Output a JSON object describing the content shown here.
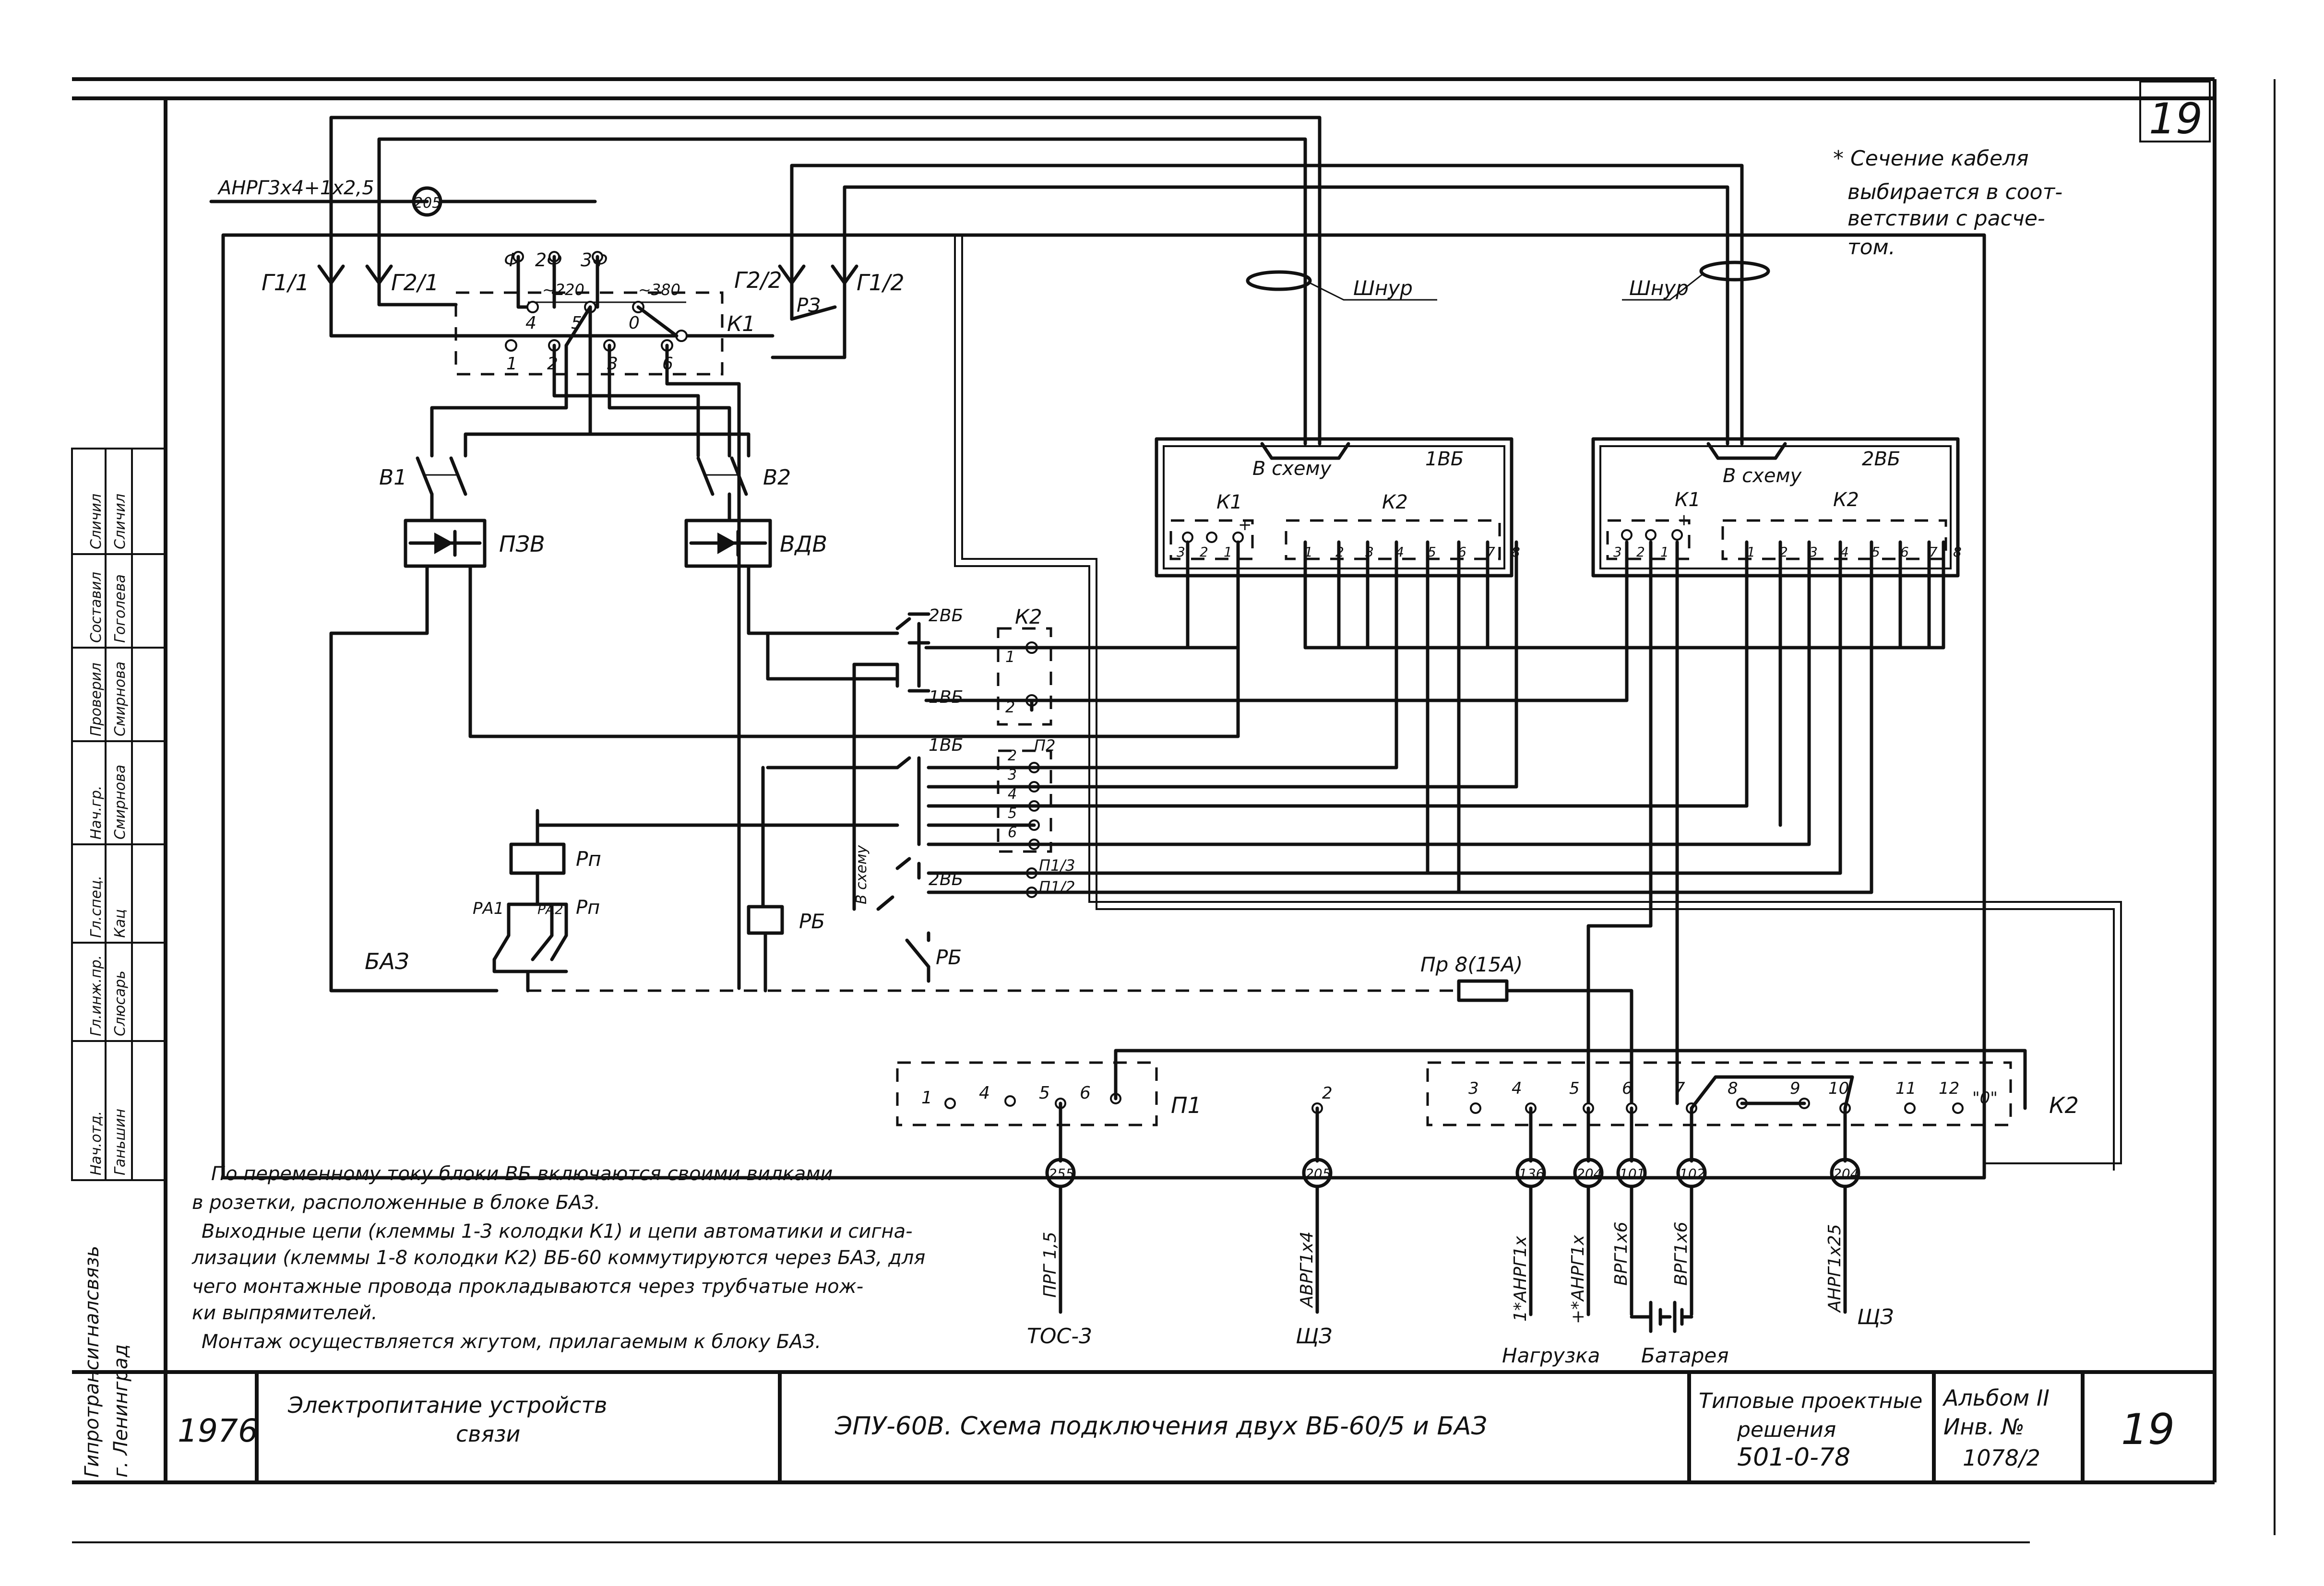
{
  "sheet": {
    "page_number_top": "19",
    "page_number": "19"
  },
  "note_top": {
    "lines": [
      "* Сечение кабеля",
      "выбирается в соот-",
      "ветствии с расче-",
      "том."
    ]
  },
  "cable_in": {
    "label": "АНРГ3х4+1х2,5",
    "number": "205"
  },
  "sockets": {
    "g1_1": "Г1/1",
    "g2_1": "Г2/1",
    "g2_2": "Г2/2",
    "g1_2": "Г1/2",
    "rz": "РЗ",
    "phase_f": "Ф",
    "phase_2f": "2Ф",
    "phase_3f": "3Ф",
    "v220": "~220",
    "v380": "~380",
    "k1": "К1",
    "k1_top_terms": [
      "4",
      "5",
      "0",
      ""
    ],
    "k1_bottom_terms": [
      "1",
      "2",
      "3",
      "6"
    ]
  },
  "cords": {
    "left": "Шнур",
    "right": "Шнур"
  },
  "vb_units": [
    {
      "name": "1ВБ",
      "in_label": "В схему",
      "k1": "К1",
      "k2": "К2",
      "k1_terms": [
        "3",
        "2",
        "1"
      ],
      "k1_sign": "+",
      "k2_terms": [
        "1",
        "2",
        "3",
        "4",
        "5",
        "6",
        "7",
        "8"
      ]
    },
    {
      "name": "2ВБ",
      "in_label": "В схему",
      "k1": "К1",
      "k2": "К2",
      "k1_terms": [
        "3",
        "2",
        "1"
      ],
      "k1_sign": "+",
      "k2_terms": [
        "1",
        "2",
        "3",
        "4",
        "5",
        "6",
        "7",
        "8"
      ]
    }
  ],
  "components": {
    "b1": "В1",
    "b2": "В2",
    "pzv": "ПЗВ",
    "vdv": "ВДВ",
    "rp": "Рп",
    "ra1": "РА1",
    "ra2": "РА2",
    "rp2": "Рп",
    "rb": "РБ",
    "rb2": "РБ",
    "baz": "БАЗ",
    "fuse": "Пр 8(15А)"
  },
  "switch_block": {
    "k2": "К2",
    "k2_terms": [
      "1",
      "2"
    ],
    "sw_2vb_top": "2ВБ",
    "sw_1vb_top": "1ВБ",
    "sw_1vb_mid": "1ВБ",
    "p2": "П2",
    "p2_terms": [
      "2",
      "3",
      "4",
      "5",
      "6"
    ],
    "v_shemu": "В схему",
    "sw_2vb_bot": "2ВБ",
    "p1_3": "П1/3",
    "p1_2": "П1/2"
  },
  "blocks_bottom": {
    "p1": {
      "label": "П1",
      "terms": [
        "1",
        "4",
        "5",
        "6"
      ]
    },
    "mid_term": "2",
    "k2": {
      "label": "К2",
      "terms": [
        "3",
        "4",
        "5",
        "6",
        "7",
        "8",
        "9",
        "10",
        "11",
        "12"
      ],
      "zero_label": "\"0\""
    }
  },
  "cables_out": [
    {
      "number": "255",
      "type": "ПРГ 1,5",
      "dest": "ТОС-3"
    },
    {
      "number": "205",
      "type": "АВРГ1х4",
      "dest": "ЩЗ"
    },
    {
      "number": "136",
      "type": "1*АНРГ1х",
      "dest": ""
    },
    {
      "number": "204",
      "type": "+*АНРГ1х",
      "dest": ""
    },
    {
      "number": "101",
      "type": "ВРГ1х6",
      "dest": ""
    },
    {
      "number": "102",
      "type": "ВРГ1х6",
      "dest": ""
    },
    {
      "number": "204",
      "type": "АНРГ1х25",
      "dest": "ЩЗ"
    }
  ],
  "load_label": "Нагрузка",
  "battery_label": "Батарея",
  "notes_bottom": [
    "По переменному току блоки ВБ включаются своими вилками",
    "в розетки, расположенные в блоке БАЗ.",
    "Выходные цепи (клеммы 1-3 колодки К1) и цепи автоматики и сигна-",
    "лизации (клеммы 1-8 колодки К2) ВБ-60 коммутируются через БАЗ, для",
    "чего монтажные провода прокладываются через трубчатые нож-",
    "ки выпрямителей.",
    "Монтаж осуществляется жгутом, прилагаемым к блоку БАЗ."
  ],
  "title_block": {
    "year": "1976",
    "subject_line1": "Электропитание устройств",
    "subject_line2": "связи",
    "title": "ЭПУ-60В. Схема подключения двух ВБ-60/5 и БАЗ",
    "typical_line1": "Типовые проектные",
    "typical_line2": "решения",
    "typical_code": "501-0-78",
    "album": "Альбом II",
    "inv_label": "Инв. №",
    "inv_number": "1078/2"
  },
  "side_stamp": {
    "org_line1": "Гипротрансигналсвязь",
    "org_line2": "г. Ленинград",
    "roles": [
      "Ганьшин",
      "Слюсарь",
      "Кац",
      "Смирнова",
      "Смирнова",
      "Гоголева",
      "Сличил"
    ],
    "role_titles": [
      "Нач.отд.",
      "Гл.инж.пр.",
      "Гл.спец.",
      "Нач.гр.",
      "Проверил",
      "Составил",
      "Сличил"
    ]
  }
}
